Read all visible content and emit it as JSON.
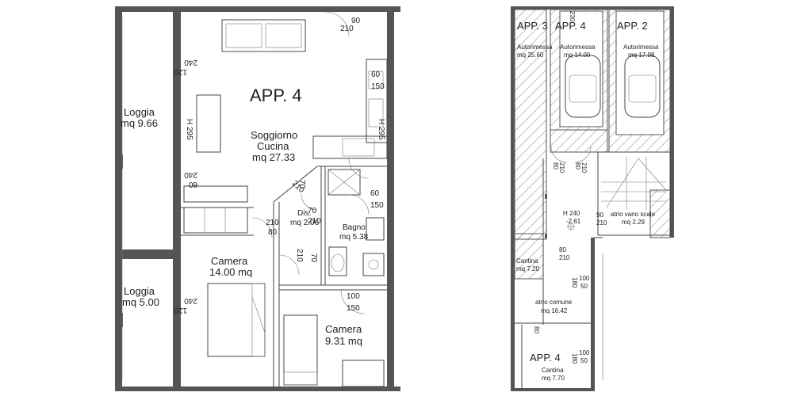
{
  "left_plan": {
    "title": "APP. 4",
    "rooms": {
      "soggiorno": {
        "name_line1": "Soggiorno",
        "name_line2": "Cucina",
        "area": "mq 27.33"
      },
      "loggia1": {
        "name": "Loggia",
        "area": "mq 9.66"
      },
      "loggia2": {
        "name": "Loggia",
        "area": "mq 5.00"
      },
      "dis": {
        "name": "Dis.",
        "area": "mq 2.06"
      },
      "bagno": {
        "name": "Bagno",
        "area": "mq 5.38"
      },
      "camera1": {
        "name": "Camera",
        "area": "14.00 mq"
      },
      "camera2": {
        "name": "Camera",
        "area": "9.31 mq"
      }
    },
    "heights": [
      "H 295",
      "H 295"
    ],
    "door_labels": [
      "90",
      "210",
      "60",
      "150",
      "120",
      "240",
      "60",
      "240",
      "70",
      "210",
      "60",
      "150",
      "70",
      "210",
      "80",
      "210",
      "70",
      "210",
      "100",
      "150",
      "120",
      "240"
    ]
  },
  "right_plan": {
    "garages": [
      {
        "title": "APP. 3",
        "name": "Autorimessa",
        "area": "mq 25.60"
      },
      {
        "title": "APP. 4",
        "name": "Autorimessa",
        "area": "mq 14.00"
      },
      {
        "title": "APP. 2",
        "name": "Autorimessa",
        "area": "mq 17.98"
      }
    ],
    "stair": {
      "height": "H 240",
      "level": "-2.61",
      "name": "atrio vano scale",
      "area": "mq 2.29"
    },
    "cantina_left": {
      "name": "Cantina",
      "area": "mq 7.20"
    },
    "atrio": {
      "name": "atrio comune",
      "area": "mq 16.42"
    },
    "cantina_bottom": {
      "title": "APP. 4",
      "name": "Cantina",
      "area": "mq 7.70"
    },
    "door_labels": [
      "230",
      "80",
      "210",
      "80",
      "210",
      "90",
      "210",
      "80",
      "210",
      "100",
      "50",
      "180",
      "100",
      "50",
      "80",
      "180"
    ]
  }
}
